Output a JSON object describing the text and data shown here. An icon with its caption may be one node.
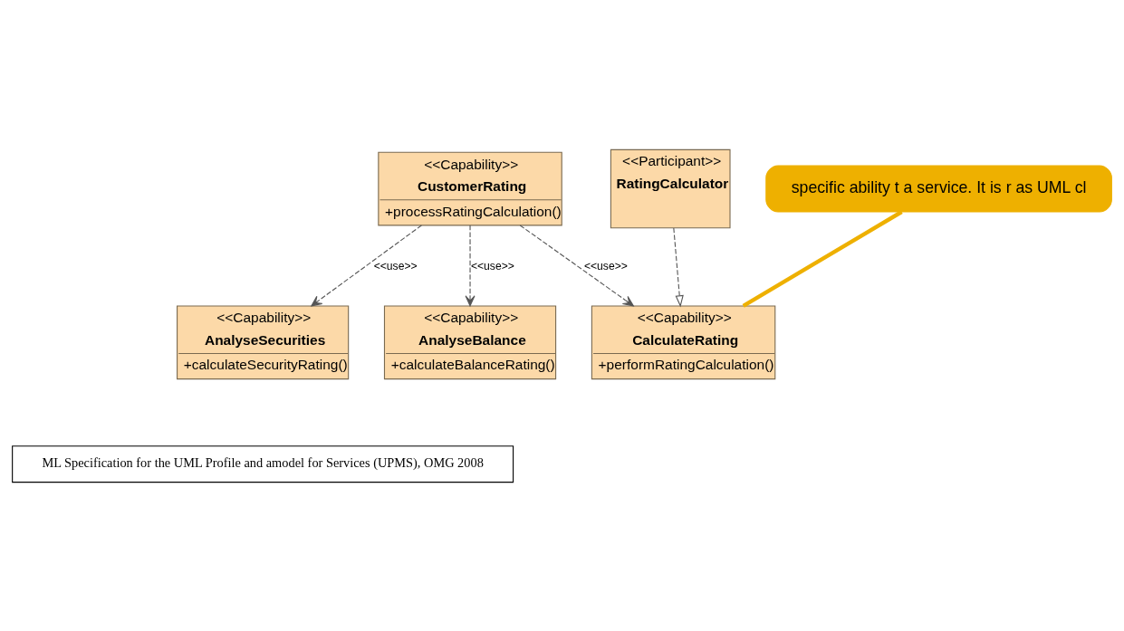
{
  "diagram": {
    "nodes": [
      {
        "text": [
          "<<Capability>>",
          "CustomerRating",
          "+processRatingCalculation()"
        ]
      },
      {
        "text": [
          "<<Capability>>",
          "AnalyseSecurities",
          "+calculateSecurityRating()"
        ]
      },
      {
        "text": [
          "<<Capability>>",
          "AnalyseBalance",
          "+calculateBalanceRating()"
        ]
      },
      {
        "text": [
          "<<Capability>>",
          "CalculateRating",
          "+performRatingCalculation()"
        ]
      },
      {
        "text": [
          "<<Participant>>",
          "RatingCalculator"
        ]
      },
      {
        "text": [
          "specific ability t a service. It is r as UML cl"
        ]
      }
    ],
    "edges": [
      {
        "from": 0,
        "to": 1,
        "arrow": "to",
        "style": "dashed",
        "label": "<<use>>"
      },
      {
        "from": 0,
        "to": 2,
        "arrow": "to",
        "style": "dashed",
        "label": "<<use>>"
      },
      {
        "from": 0,
        "to": 3,
        "arrow": "to",
        "style": "dashed",
        "label": "<<use>>"
      },
      {
        "from": 4,
        "to": 3,
        "arrow": "to",
        "style": "dashed"
      },
      {
        "from": 5,
        "to": 3,
        "arrow": "none",
        "style": "thick",
        "color": "#eeb000"
      }
    ],
    "labels": [
      "ML Specification for the UML Profile and amodel for Services (UPMS), OMG 2008"
    ]
  }
}
